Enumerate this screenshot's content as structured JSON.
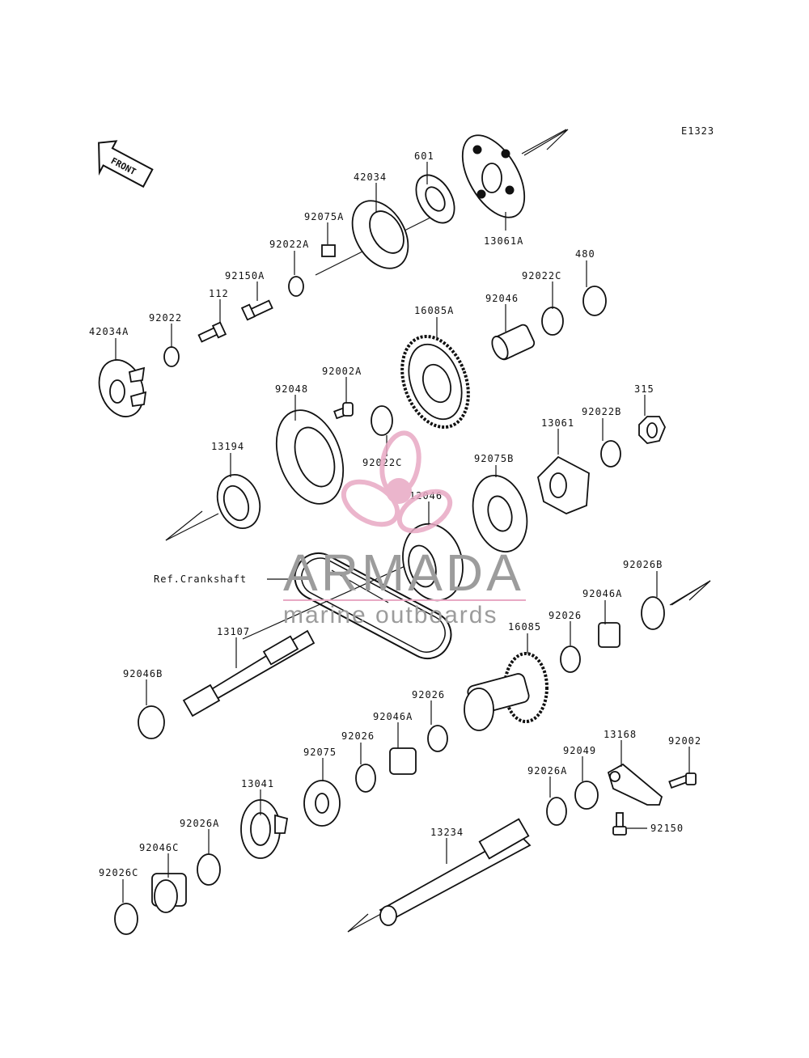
{
  "diagram": {
    "code": "E1323",
    "front_label": "FRONT",
    "parts": [
      {
        "id": "601"
      },
      {
        "id": "42034"
      },
      {
        "id": "92075A"
      },
      {
        "id": "92022A"
      },
      {
        "id": "92150A"
      },
      {
        "id": "112"
      },
      {
        "id": "92022"
      },
      {
        "id": "42034A"
      },
      {
        "id": "13061A"
      },
      {
        "id": "480"
      },
      {
        "id": "92022C"
      },
      {
        "id": "92046"
      },
      {
        "id": "16085A"
      },
      {
        "id": "92002A"
      },
      {
        "id": "92048"
      },
      {
        "id": "315"
      },
      {
        "id": "92022B"
      },
      {
        "id": "13061"
      },
      {
        "id": "13194"
      },
      {
        "id": "92022C"
      },
      {
        "id": "92075B"
      },
      {
        "id": "12046"
      },
      {
        "id": "Ref.Crankshaft"
      },
      {
        "id": "92026B"
      },
      {
        "id": "92046A"
      },
      {
        "id": "16085"
      },
      {
        "id": "92026"
      },
      {
        "id": "13107"
      },
      {
        "id": "92046B"
      },
      {
        "id": "92026"
      },
      {
        "id": "92046A"
      },
      {
        "id": "13168"
      },
      {
        "id": "92002"
      },
      {
        "id": "92026"
      },
      {
        "id": "92049"
      },
      {
        "id": "92075"
      },
      {
        "id": "92026A"
      },
      {
        "id": "13041"
      },
      {
        "id": "92150"
      },
      {
        "id": "92026A"
      },
      {
        "id": "92046C"
      },
      {
        "id": "13234"
      },
      {
        "id": "92026C"
      }
    ]
  },
  "watermark": {
    "brand": "ARMADA",
    "tagline": "marine outboards",
    "color": "#e8a9c4"
  }
}
